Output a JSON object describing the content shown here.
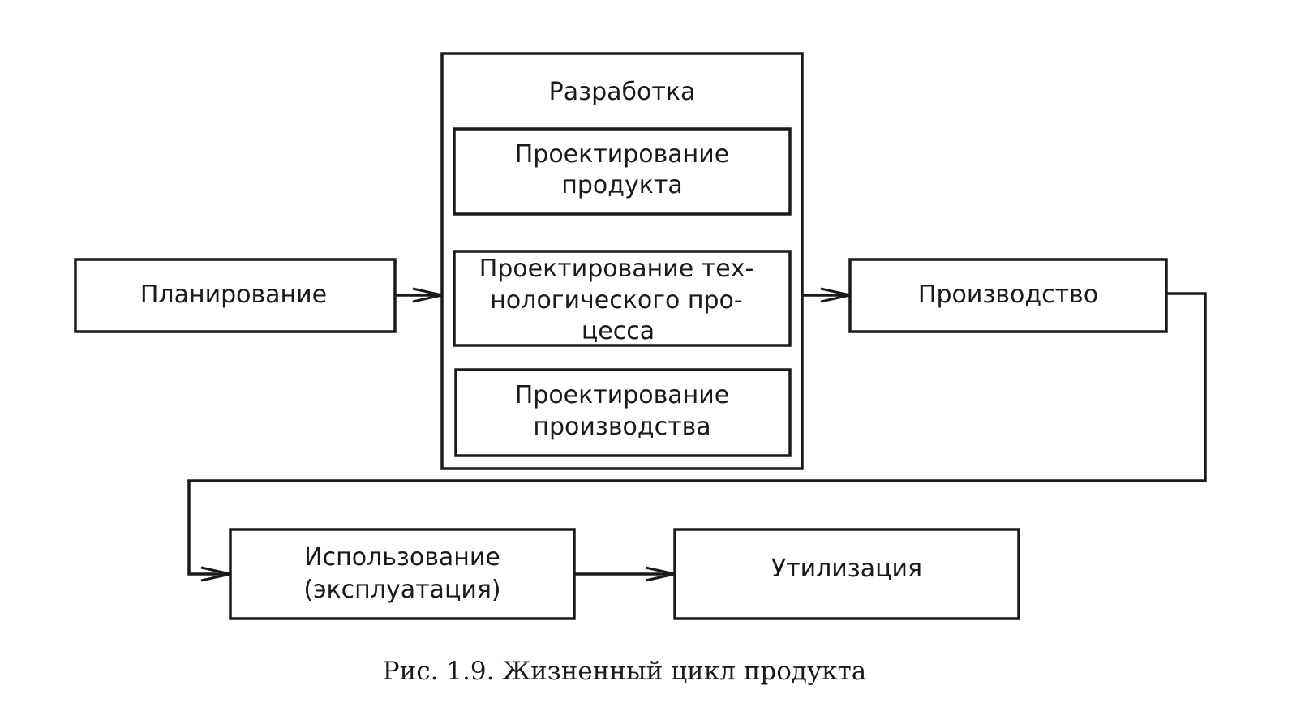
{
  "boxes": {
    "development_title": "Разработка",
    "product_design": [
      "Проектирование",
      "продукта"
    ],
    "process_design": [
      "Проектирование тех-",
      "нологического про-",
      "цесса"
    ],
    "production_design": [
      "Проектирование",
      "производства"
    ],
    "planning": "Планирование",
    "production": "Производство",
    "usage": [
      "Использование",
      "(эксплуатация)"
    ],
    "disposal": "Утилизация"
  },
  "caption": "Рис. 1.9. Жизненный цикл продукта"
}
